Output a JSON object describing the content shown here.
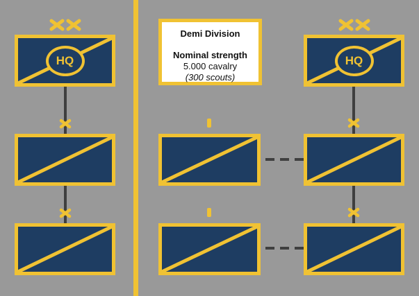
{
  "colors": {
    "bg": "#999999",
    "unit": "#1e3d62",
    "accent": "#f0c233",
    "connector": "#3f3f3f",
    "cardBg": "#ffffff",
    "cardText": "#111111"
  },
  "info_card": {
    "title": "Demi Division",
    "strength_label": "Nominal strength",
    "strength_value": "5.000 cavalry",
    "strength_note": "(300 scouts)"
  },
  "columns": {
    "left": {
      "units": [
        {
          "type": "cavalry-hq",
          "rank": "XX",
          "label": "HQ"
        },
        {
          "type": "cavalry",
          "rank": "X"
        },
        {
          "type": "cavalry",
          "rank": "X"
        }
      ]
    },
    "middle": {
      "units": [
        {
          "type": "cavalry",
          "rank": "I"
        },
        {
          "type": "cavalry",
          "rank": "I"
        }
      ]
    },
    "right": {
      "units": [
        {
          "type": "cavalry-hq",
          "rank": "XX",
          "label": "HQ"
        },
        {
          "type": "cavalry",
          "rank": "X"
        },
        {
          "type": "cavalry",
          "rank": "X"
        }
      ]
    }
  }
}
